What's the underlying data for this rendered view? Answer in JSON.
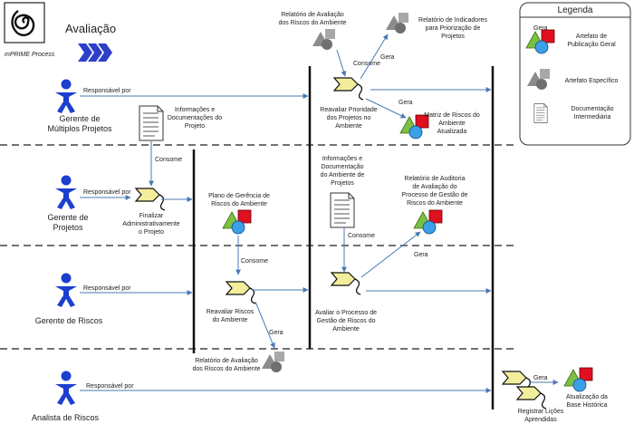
{
  "header": {
    "phase_title": "Avaliação",
    "process_name": "mPRIME Process"
  },
  "roles": [
    {
      "line1": "Gerente de",
      "line2": "Múltiplos Projetos"
    },
    {
      "line1": "Gerente de",
      "line2": "Projetos"
    },
    {
      "line1": "Gerente de Riscos",
      "line2": ""
    },
    {
      "line1": "Analista de Riscos",
      "line2": ""
    }
  ],
  "responsavel_label": "Responsável por",
  "consome_label": "Consome",
  "gera_label": "Gera",
  "activities": {
    "finalizar": [
      "Finalizar",
      "Administrativamente",
      "o Projeto"
    ],
    "reavaliar_riscos": [
      "Reavaliar Riscos",
      "do Ambiente"
    ],
    "reavaliar_prioridade": [
      "Reavaliar Prioridade",
      "dos Projetos no",
      "Ambiente"
    ],
    "avaliar_processo": [
      "Avaliar o Processo de",
      "Gestão de Riscos do",
      "Ambiente"
    ],
    "registrar": [
      "Registrar Lições",
      "Aprendidas"
    ]
  },
  "artifacts": {
    "info_doc_1": [
      "Informações e",
      "Documentações do",
      "Projeto"
    ],
    "info_doc_2": [
      "Informações e",
      "Documentação",
      "do Ambiente de",
      "Projetos"
    ],
    "plano_gerencia": [
      "Plano de Gerência de",
      "Riscos do Ambiente"
    ],
    "relatorio_avaliacao_top": [
      "Relatório de Avaliação",
      "dos Riscos do Ambiente"
    ],
    "relatorio_indicadores": [
      "Relatório de Indicadores",
      "para Priorização de",
      "Projetos"
    ],
    "matriz_riscos": [
      "Matriz de Riscos do",
      "Ambiente",
      "Atualizada"
    ],
    "relatorio_auditoria": [
      "Relatório de Auditoria",
      "de Avaliação do",
      "Processo de Gestão de",
      "Riscos do Ambiente"
    ],
    "relatorio_avaliacao_bottom": [
      "Relatório de Avaliação",
      "dos Riscos do Ambiente"
    ],
    "atualizacao_base": [
      "Atualização da",
      "Base Histórica"
    ]
  },
  "legend": {
    "title": "Legenda",
    "gera": "Gera",
    "item1": [
      "Artefato de",
      "Publicação Geral"
    ],
    "item2": [
      "Artefato Específico"
    ],
    "item3": [
      "Documentação",
      "Intermediária"
    ]
  },
  "colors": {
    "arrow": "#4a78b5",
    "figure": "#1c3fd0",
    "activity_fill": "#f3ee9e",
    "green": "#7cc043",
    "red": "#e01020",
    "blue_circle": "#3aa0e8",
    "gray_shape": "#8c8c8c"
  }
}
